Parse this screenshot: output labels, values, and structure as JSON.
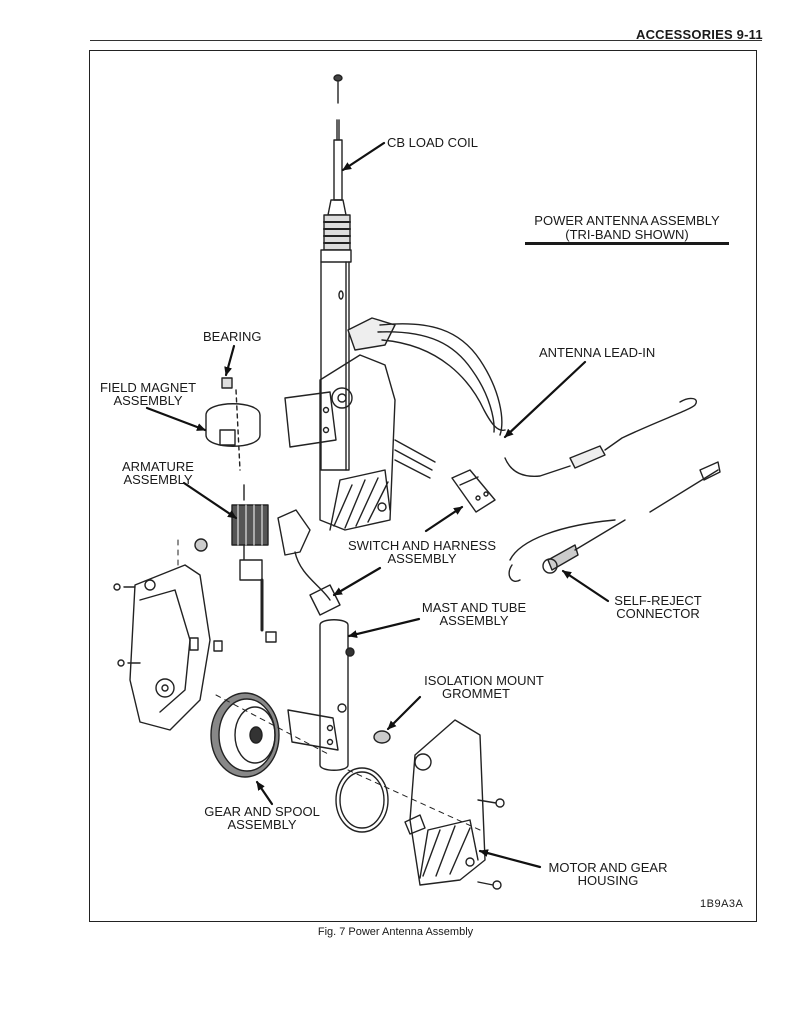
{
  "header": {
    "section": "ACCESSORIES 9-11"
  },
  "figure": {
    "title_line1": "POWER ANTENNA ASSEMBLY",
    "title_line2": "(TRI-BAND SHOWN)",
    "caption": "Fig. 7 Power Antenna Assembly",
    "code": "1B9A3A"
  },
  "labels": {
    "cb_load_coil": "CB LOAD COIL",
    "bearing": "BEARING",
    "field_magnet_1": "FIELD MAGNET",
    "field_magnet_2": "ASSEMBLY",
    "armature_1": "ARMATURE",
    "armature_2": "ASSEMBLY",
    "antenna_lead_in": "ANTENNA LEAD-IN",
    "switch_harness_1": "SWITCH AND HARNESS",
    "switch_harness_2": "ASSEMBLY",
    "self_reject_1": "SELF-REJECT",
    "self_reject_2": "CONNECTOR",
    "mast_tube_1": "MAST AND TUBE",
    "mast_tube_2": "ASSEMBLY",
    "isolation_1": "ISOLATION MOUNT",
    "isolation_2": "GROMMET",
    "gear_spool_1": "GEAR AND SPOOL",
    "gear_spool_2": "ASSEMBLY",
    "motor_gear_1": "MOTOR AND GEAR",
    "motor_gear_2": "HOUSING"
  }
}
